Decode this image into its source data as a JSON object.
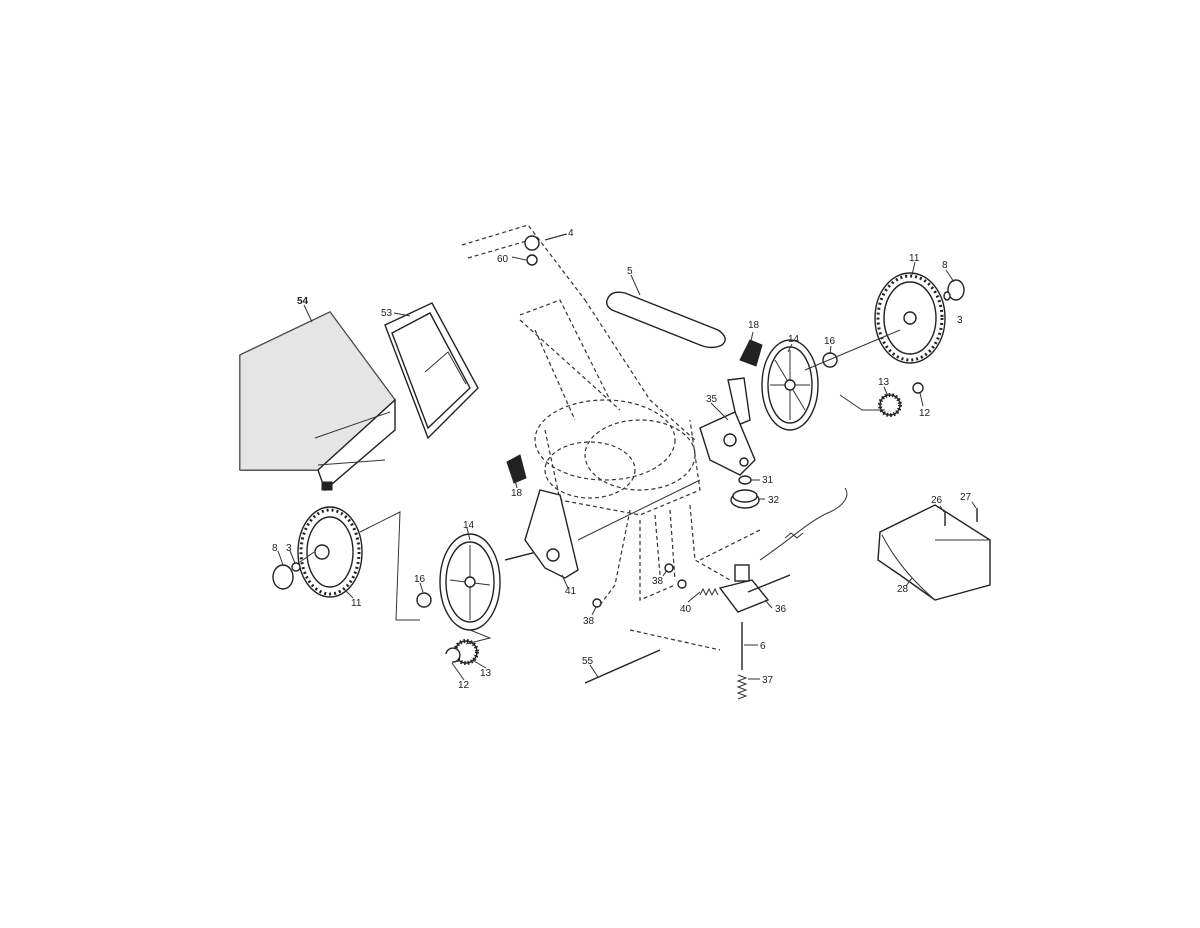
{
  "labels": {
    "p54": "54",
    "p53": "53",
    "p4": "4",
    "p60": "60",
    "p5": "5",
    "p18a": "18",
    "p14a": "14",
    "p16a": "16",
    "p11a": "11",
    "p8a": "8",
    "p3a": "3",
    "p13a": "13",
    "p12a": "12",
    "p35": "35",
    "p31": "31",
    "p32": "32",
    "p18b": "18",
    "p14b": "14",
    "p8b": "8",
    "p3b": "3",
    "p11b": "11",
    "p16b": "16",
    "p41": "41",
    "p12b": "12",
    "p13b": "13",
    "p38a": "38",
    "p38b": "38",
    "p40": "40",
    "p36": "36",
    "p6": "6",
    "p55": "55",
    "p37": "37",
    "p26": "26",
    "p27": "27",
    "p28": "28"
  }
}
